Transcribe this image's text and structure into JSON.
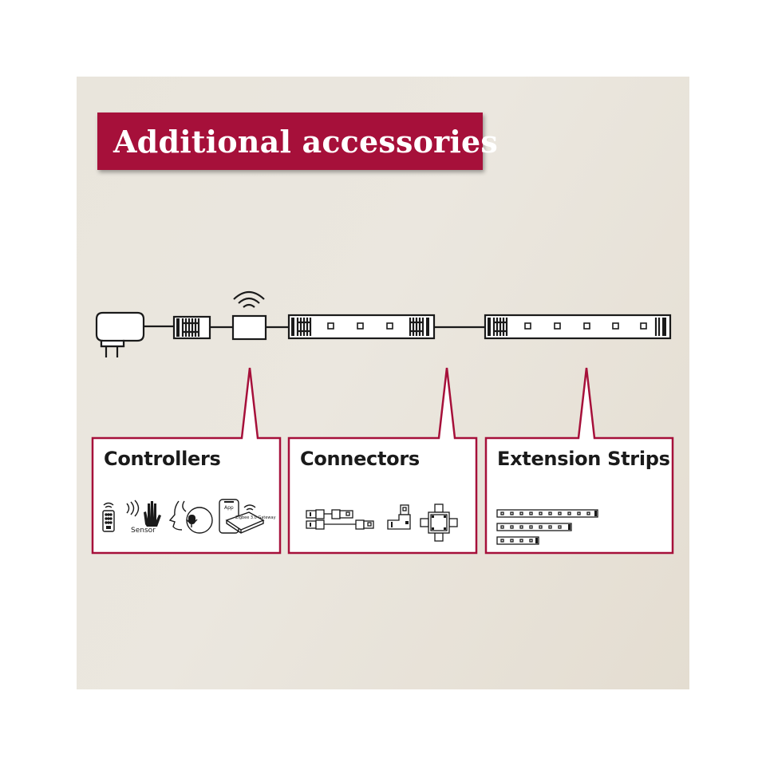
{
  "title": "Additional accessories",
  "categories": [
    {
      "key": "controllers",
      "label": "Controllers"
    },
    {
      "key": "connectors",
      "label": "Connectors"
    },
    {
      "key": "extension",
      "label": "Extension Strips"
    }
  ],
  "controller_icons": {
    "sensor_label": "Sensor",
    "app_label": "App",
    "gateway_label": "Zigbee 3.0 Gateway"
  },
  "colors": {
    "accent": "#a6103a",
    "line": "#1a1a1a",
    "background": "#e9e5dc",
    "box_fill": "#ffffff"
  },
  "icons": [
    "power-adapter-icon",
    "wifi-icon",
    "led-strip-icon",
    "remote-control-icon",
    "hand-sensor-icon",
    "voice-control-icon",
    "smartphone-app-icon",
    "gateway-icon",
    "connector-cable-icon",
    "l-connector-icon",
    "x-connector-icon",
    "extension-strip-icon"
  ]
}
